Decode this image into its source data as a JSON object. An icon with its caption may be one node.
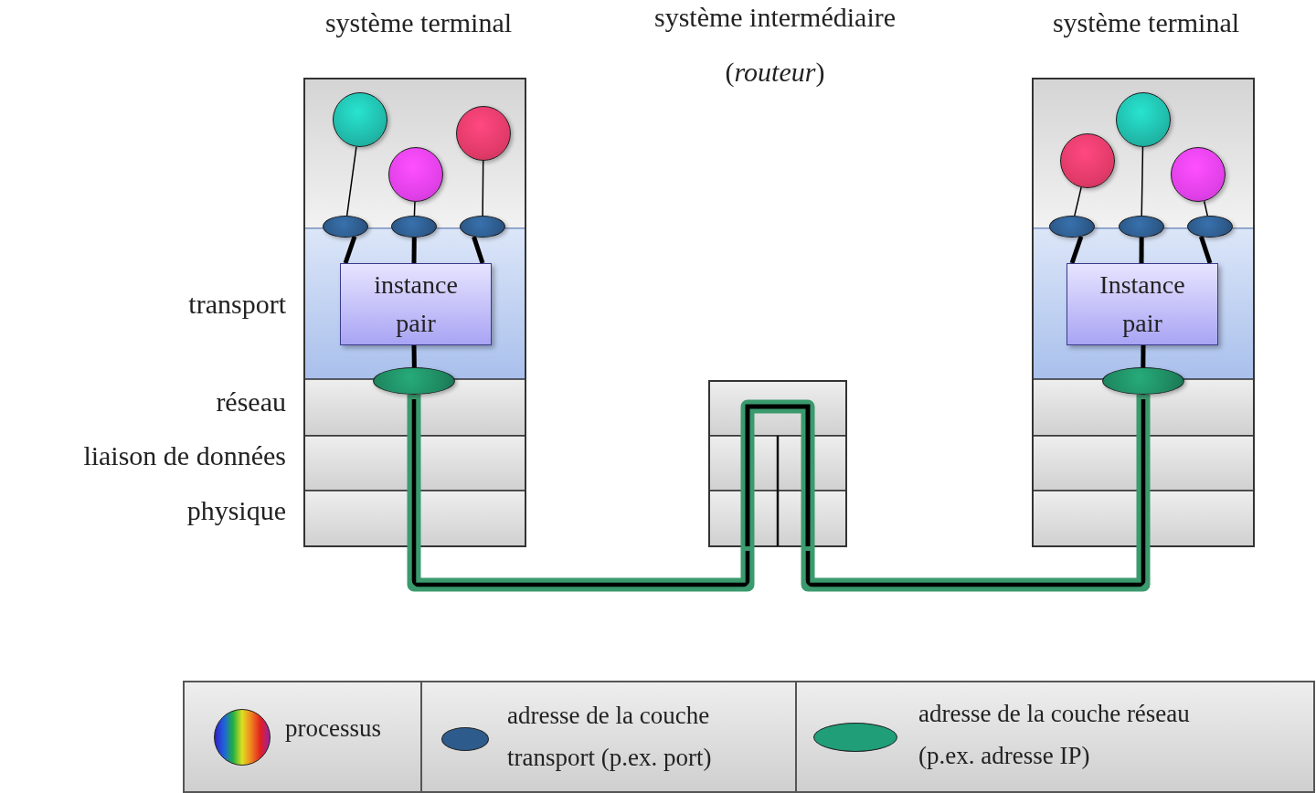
{
  "diagram": {
    "nodes": [
      {
        "text": [
          "système terminal"
        ]
      },
      {
        "text": [],
        "shape": "circle",
        "in": 0
      },
      {
        "text": [],
        "shape": "circle",
        "in": 0
      },
      {
        "text": [],
        "shape": "circle",
        "in": 0
      },
      {
        "text": [],
        "shape": "ellipse",
        "in": 0
      },
      {
        "text": [],
        "shape": "ellipse",
        "in": 0
      },
      {
        "text": [],
        "shape": "ellipse",
        "in": 0
      },
      {
        "text": [
          "instance pair"
        ],
        "in": 0
      },
      {
        "text": [],
        "shape": "ellipse",
        "in": 0
      },
      {
        "text": [],
        "shape": "box"
      },
      {
        "text": [
          "système terminal"
        ]
      },
      {
        "text": [],
        "shape": "circle",
        "in": 10
      },
      {
        "text": [],
        "shape": "circle",
        "in": 10
      },
      {
        "text": [],
        "shape": "circle",
        "in": 10
      },
      {
        "text": [],
        "shape": "ellipse",
        "in": 10
      },
      {
        "text": [],
        "shape": "ellipse",
        "in": 10
      },
      {
        "text": [],
        "shape": "ellipse",
        "in": 10
      },
      {
        "text": [
          "Instance pair"
        ],
        "in": 10
      },
      {
        "text": [],
        "shape": "ellipse",
        "in": 10
      }
    ],
    "edges": [
      {
        "from": 1,
        "to": 4,
        "arrow": "none"
      },
      {
        "from": 2,
        "to": 5,
        "arrow": "none"
      },
      {
        "from": 3,
        "to": 6,
        "arrow": "none"
      },
      {
        "from": 4,
        "to": 7,
        "arrow": "none"
      },
      {
        "from": 5,
        "to": 7,
        "arrow": "none"
      },
      {
        "from": 6,
        "to": 7,
        "arrow": "none"
      },
      {
        "from": 7,
        "to": 8,
        "arrow": "none"
      },
      {
        "from": 8,
        "to": 9,
        "arrow": "none",
        "style": "thick",
        "color": "#3a9a6e"
      },
      {
        "from": 9,
        "to": 18,
        "arrow": "none",
        "style": "thick",
        "color": "#3a9a6e"
      },
      {
        "from": 11,
        "to": 14,
        "arrow": "none"
      },
      {
        "from": 12,
        "to": 15,
        "arrow": "none"
      },
      {
        "from": 13,
        "to": 16,
        "arrow": "none"
      },
      {
        "from": 14,
        "to": 17,
        "arrow": "none"
      },
      {
        "from": 15,
        "to": 17,
        "arrow": "none"
      },
      {
        "from": 16,
        "to": 17,
        "arrow": "none"
      },
      {
        "from": 17,
        "to": 18,
        "arrow": "none"
      }
    ],
    "labels": [
      "système intermédiaire",
      "(*routeur*)",
      "transport",
      "réseau",
      "liaison de données",
      "physique"
    ],
    "legend": [
      {
        "text": "processus"
      },
      {
        "text": "adresse de la couche transport (p.ex. port)",
        "color": "#2d5b8c"
      },
      {
        "text": "adresse de la couche réseau (p.ex. adresse IP)",
        "color": "#1f9e78"
      }
    ]
  }
}
